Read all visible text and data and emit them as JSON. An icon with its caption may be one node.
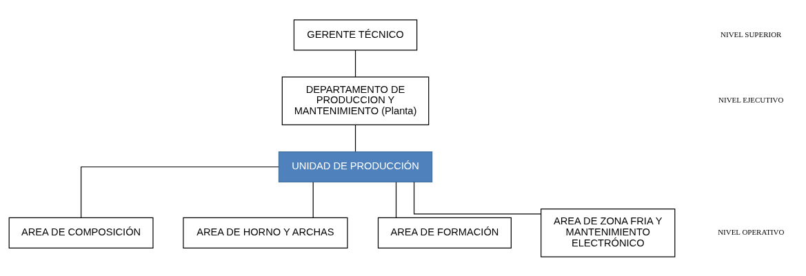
{
  "diagram": {
    "nodes": [
      {
        "text": [
          "GERENTE TÉCNICO"
        ]
      },
      {
        "text": [
          "DEPARTAMENTO DE PRODUCCION Y MANTENIMIENTO (Planta)"
        ]
      },
      {
        "text": [
          "UNIDAD DE PRODUCCIÓN"
        ]
      },
      {
        "text": [
          "AREA DE COMPOSICIÓN"
        ]
      },
      {
        "text": [
          "AREA DE HORNO Y ARCHAS"
        ]
      },
      {
        "text": [
          "AREA DE FORMACIÓN"
        ]
      },
      {
        "text": [
          "AREA DE ZONA FRIA Y MANTENIMIENTO ELECTRÓNICO"
        ]
      }
    ],
    "edges": [
      {
        "from": 0,
        "to": 1,
        "arrow": "none"
      },
      {
        "from": 1,
        "to": 2,
        "arrow": "none"
      },
      {
        "from": 2,
        "to": 3,
        "arrow": "none"
      },
      {
        "from": 2,
        "to": 4,
        "arrow": "none"
      },
      {
        "from": 2,
        "to": 5,
        "arrow": "none"
      },
      {
        "from": 2,
        "to": 6,
        "arrow": "none"
      }
    ],
    "labels": [
      "NIVEL SUPERIOR",
      "NIVEL EJECUTIVO",
      "NIVEL OPERATIVO"
    ]
  }
}
